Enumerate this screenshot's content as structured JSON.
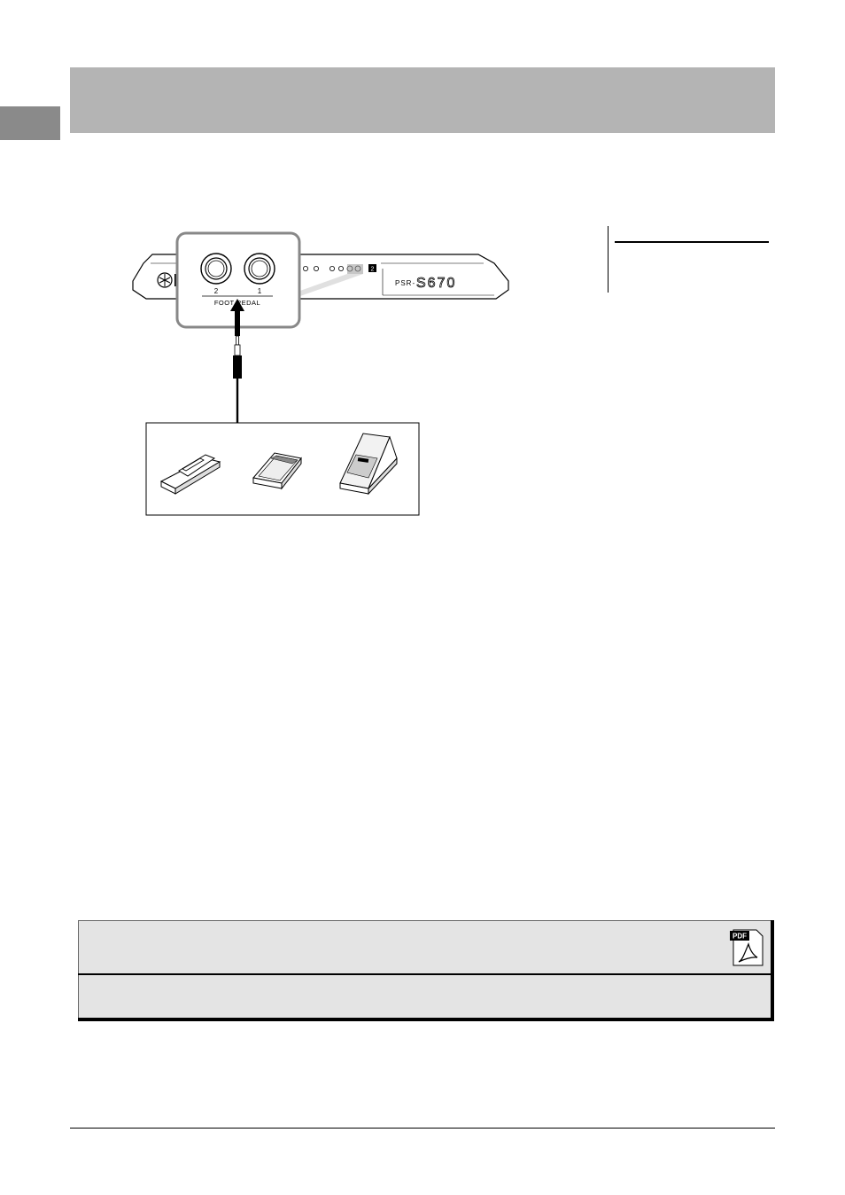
{
  "figure": {
    "jack_labels": [
      "2",
      "1"
    ],
    "jack_group_label": "FOOT PEDAL",
    "model_prefix": "PSR-",
    "model_number": "S670",
    "jack_marker": "2"
  },
  "link_box": {
    "pdf_label": "PDF"
  },
  "colors": {
    "header_band": "#b4b4b4",
    "side_tab": "#8a8a8a",
    "link_box_bg": "#e4e4e4",
    "pdf_badge": "#000000"
  }
}
